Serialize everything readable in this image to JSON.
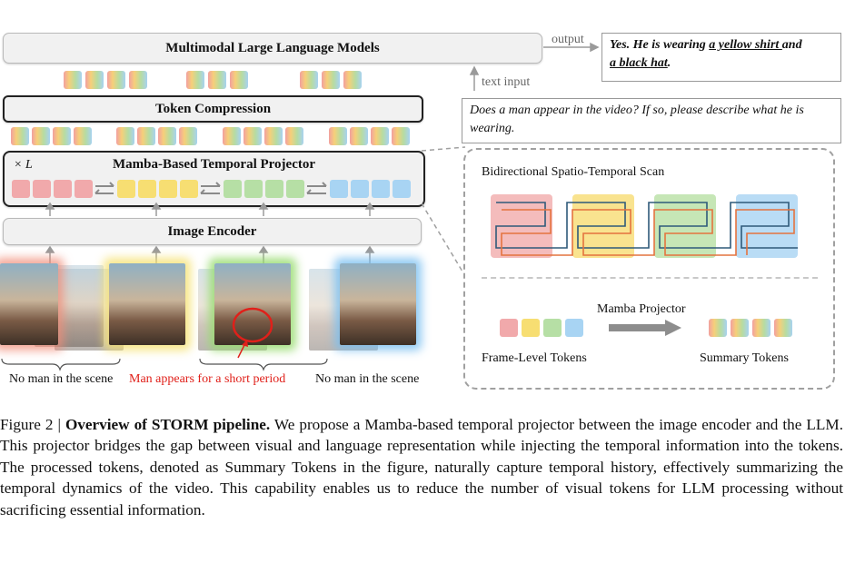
{
  "llm": {
    "title": "Multimodal Large Language Models"
  },
  "output_label": "output",
  "text_input_label": "text input",
  "answer": {
    "lead": "Yes. He is wearing ",
    "u1": "a yellow shirt ",
    "mid": "and",
    "u2": "a black hat",
    "end": "."
  },
  "question": "Does a man appear in the video? If so, please describe what he is wearing.",
  "token_compression": {
    "title": "Token Compression"
  },
  "mamba": {
    "title": "Mamba-Based Temporal Projector",
    "layers": "× L"
  },
  "image_encoder": {
    "title": "Image Encoder"
  },
  "frame_labels": {
    "left": "No man in the scene",
    "middle": "Man appears for a short period",
    "right": "No man in the scene"
  },
  "panel": {
    "scan_title": "Bidirectional Spatio-Temporal Scan",
    "projector_label": "Mamba Projector",
    "frame_tokens_label": "Frame-Level Tokens",
    "summary_tokens_label": "Summary Tokens"
  },
  "caption": {
    "prefix": "Figure 2 | ",
    "title": "Overview of STORM pipeline.",
    "body": " We propose a Mamba-based temporal projector between the image encoder and the LLM. This projector bridges the gap between visual and language representation while injecting the temporal information into the tokens. The processed tokens, denoted as Summary Tokens in the figure, naturally capture temporal history, effectively summarizing the temporal dynamics of the video. This capability enables us to reduce the number of visual tokens for LLM processing without sacrificing essential information."
  },
  "colors": {
    "red": "#f1a9ab",
    "yellow": "#f7de72",
    "green": "#b6dfa5",
    "blue": "#a8d4f3",
    "highlight_red": "#e0201a"
  }
}
